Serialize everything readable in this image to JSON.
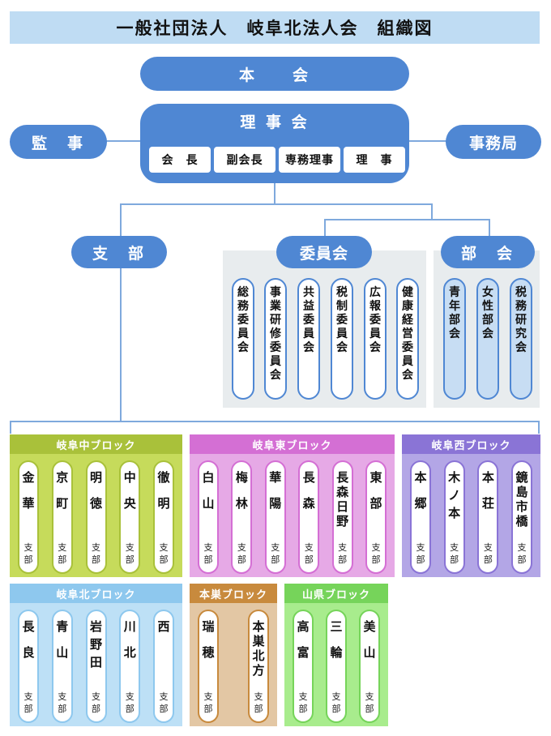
{
  "title": "一般社団法人　岐阜北法人会　組織図",
  "honkai": "本　　会",
  "rijikai": "理 事 会",
  "roles": [
    "会　長",
    "副会長",
    "専務理事",
    "理　事"
  ],
  "kanji": "監　事",
  "jimukyoku": "事務局",
  "shibu": "支　部",
  "iinkai": {
    "label": "委員会",
    "items": [
      "総務委員会",
      "事業研修委員会",
      "共益委員会",
      "税制委員会",
      "広報委員会",
      "健康経営委員会"
    ]
  },
  "bukai": {
    "label": "部　会",
    "items": [
      "青年部会",
      "女性部会",
      "税務研究会"
    ]
  },
  "shibu_suffix": "支部",
  "colors": {
    "primary": "#4f87d3",
    "light": "#c7ddf3",
    "title_bg": "#bfdcf3",
    "gray": "#e8ecee"
  },
  "blocks": [
    {
      "name": "岐阜中ブロック",
      "header_color": "#a9c13a",
      "body_color": "#c6db5b",
      "border_color": "#a9c13a",
      "branches": [
        "金華",
        "京町",
        "明徳",
        "中央",
        "徹明"
      ]
    },
    {
      "name": "岐阜東ブロック",
      "header_color": "#d46fd4",
      "body_color": "#e6a9e6",
      "border_color": "#d46fd4",
      "branches": [
        "白山",
        "梅林",
        "華陽",
        "長森",
        "長森日野",
        "東部"
      ]
    },
    {
      "name": "岐阜西ブロック",
      "header_color": "#8a74d6",
      "body_color": "#b3a6e6",
      "border_color": "#8a74d6",
      "branches": [
        "本郷",
        "木ノ本",
        "本荘",
        "鏡島市橋"
      ]
    },
    {
      "name": "岐阜北ブロック",
      "header_color": "#8ec8ee",
      "body_color": "#bde0f6",
      "border_color": "#8ec8ee",
      "branches": [
        "長良",
        "青山",
        "岩野田",
        "川北",
        "西"
      ]
    },
    {
      "name": "本巣ブロック",
      "header_color": "#c88a3d",
      "body_color": "#e3c7a4",
      "border_color": "#c88a3d",
      "branches": [
        "瑞穂",
        "本巣北方"
      ]
    },
    {
      "name": "山県ブロック",
      "header_color": "#76d45a",
      "body_color": "#a8ec8d",
      "border_color": "#76d45a",
      "branches": [
        "高富",
        "三輪",
        "美山"
      ]
    }
  ]
}
